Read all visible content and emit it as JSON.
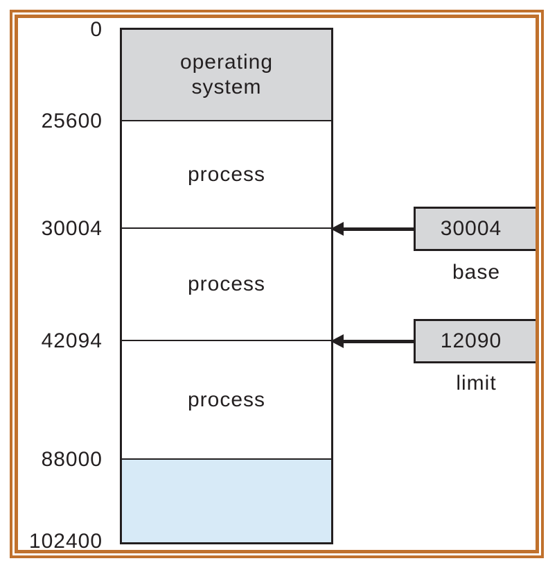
{
  "diagram": {
    "address_labels": [
      {
        "value": "0"
      },
      {
        "value": "25600"
      },
      {
        "value": "30004"
      },
      {
        "value": "42094"
      },
      {
        "value": "88000"
      },
      {
        "value": "102400"
      }
    ],
    "segments": [
      {
        "name": "operating-system",
        "label": "operating\nsystem",
        "fill": "#d6d7d9"
      },
      {
        "name": "process-1",
        "label": "process",
        "fill": "#ffffff"
      },
      {
        "name": "process-2",
        "label": "process",
        "fill": "#ffffff"
      },
      {
        "name": "process-3",
        "label": "process",
        "fill": "#ffffff"
      },
      {
        "name": "free-space",
        "label": "",
        "fill": "#d7eaf7"
      }
    ],
    "registers": [
      {
        "value": "30004",
        "caption": "base"
      },
      {
        "value": "12090",
        "caption": "limit"
      }
    ],
    "colors": {
      "frame_orange": "#c0712d",
      "line_black": "#231f20",
      "segment_gray": "#d6d7d9",
      "segment_blue": "#d7eaf7"
    }
  }
}
